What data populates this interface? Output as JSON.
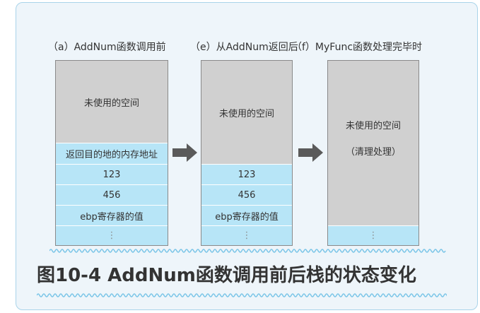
{
  "columns": [
    {
      "title": "（a）AddNum函数调用前",
      "unused": "未使用的空间",
      "cells": [
        "返回目的地的内存地址",
        "123",
        "456",
        "ebp寄存器的值",
        "⋮"
      ]
    },
    {
      "title": "（e）从AddNum返回后",
      "unused": "未使用的空间",
      "cells": [
        "123",
        "456",
        "ebp寄存器的值",
        "⋮"
      ]
    },
    {
      "title": "（f）MyFunc函数处理完毕时",
      "unused": "未使用的空间",
      "cleanup": "（清理处理）",
      "cells": [
        "⋮"
      ]
    }
  ],
  "caption": "图10-4 AddNum函数调用前后栈的状态变化",
  "colors": {
    "gray": "#d0d0d0",
    "blue": "#b7e5f7",
    "arrow": "#5a5a5a",
    "wave": "#7cc6e8",
    "panel_border": "#a9d4ea"
  }
}
